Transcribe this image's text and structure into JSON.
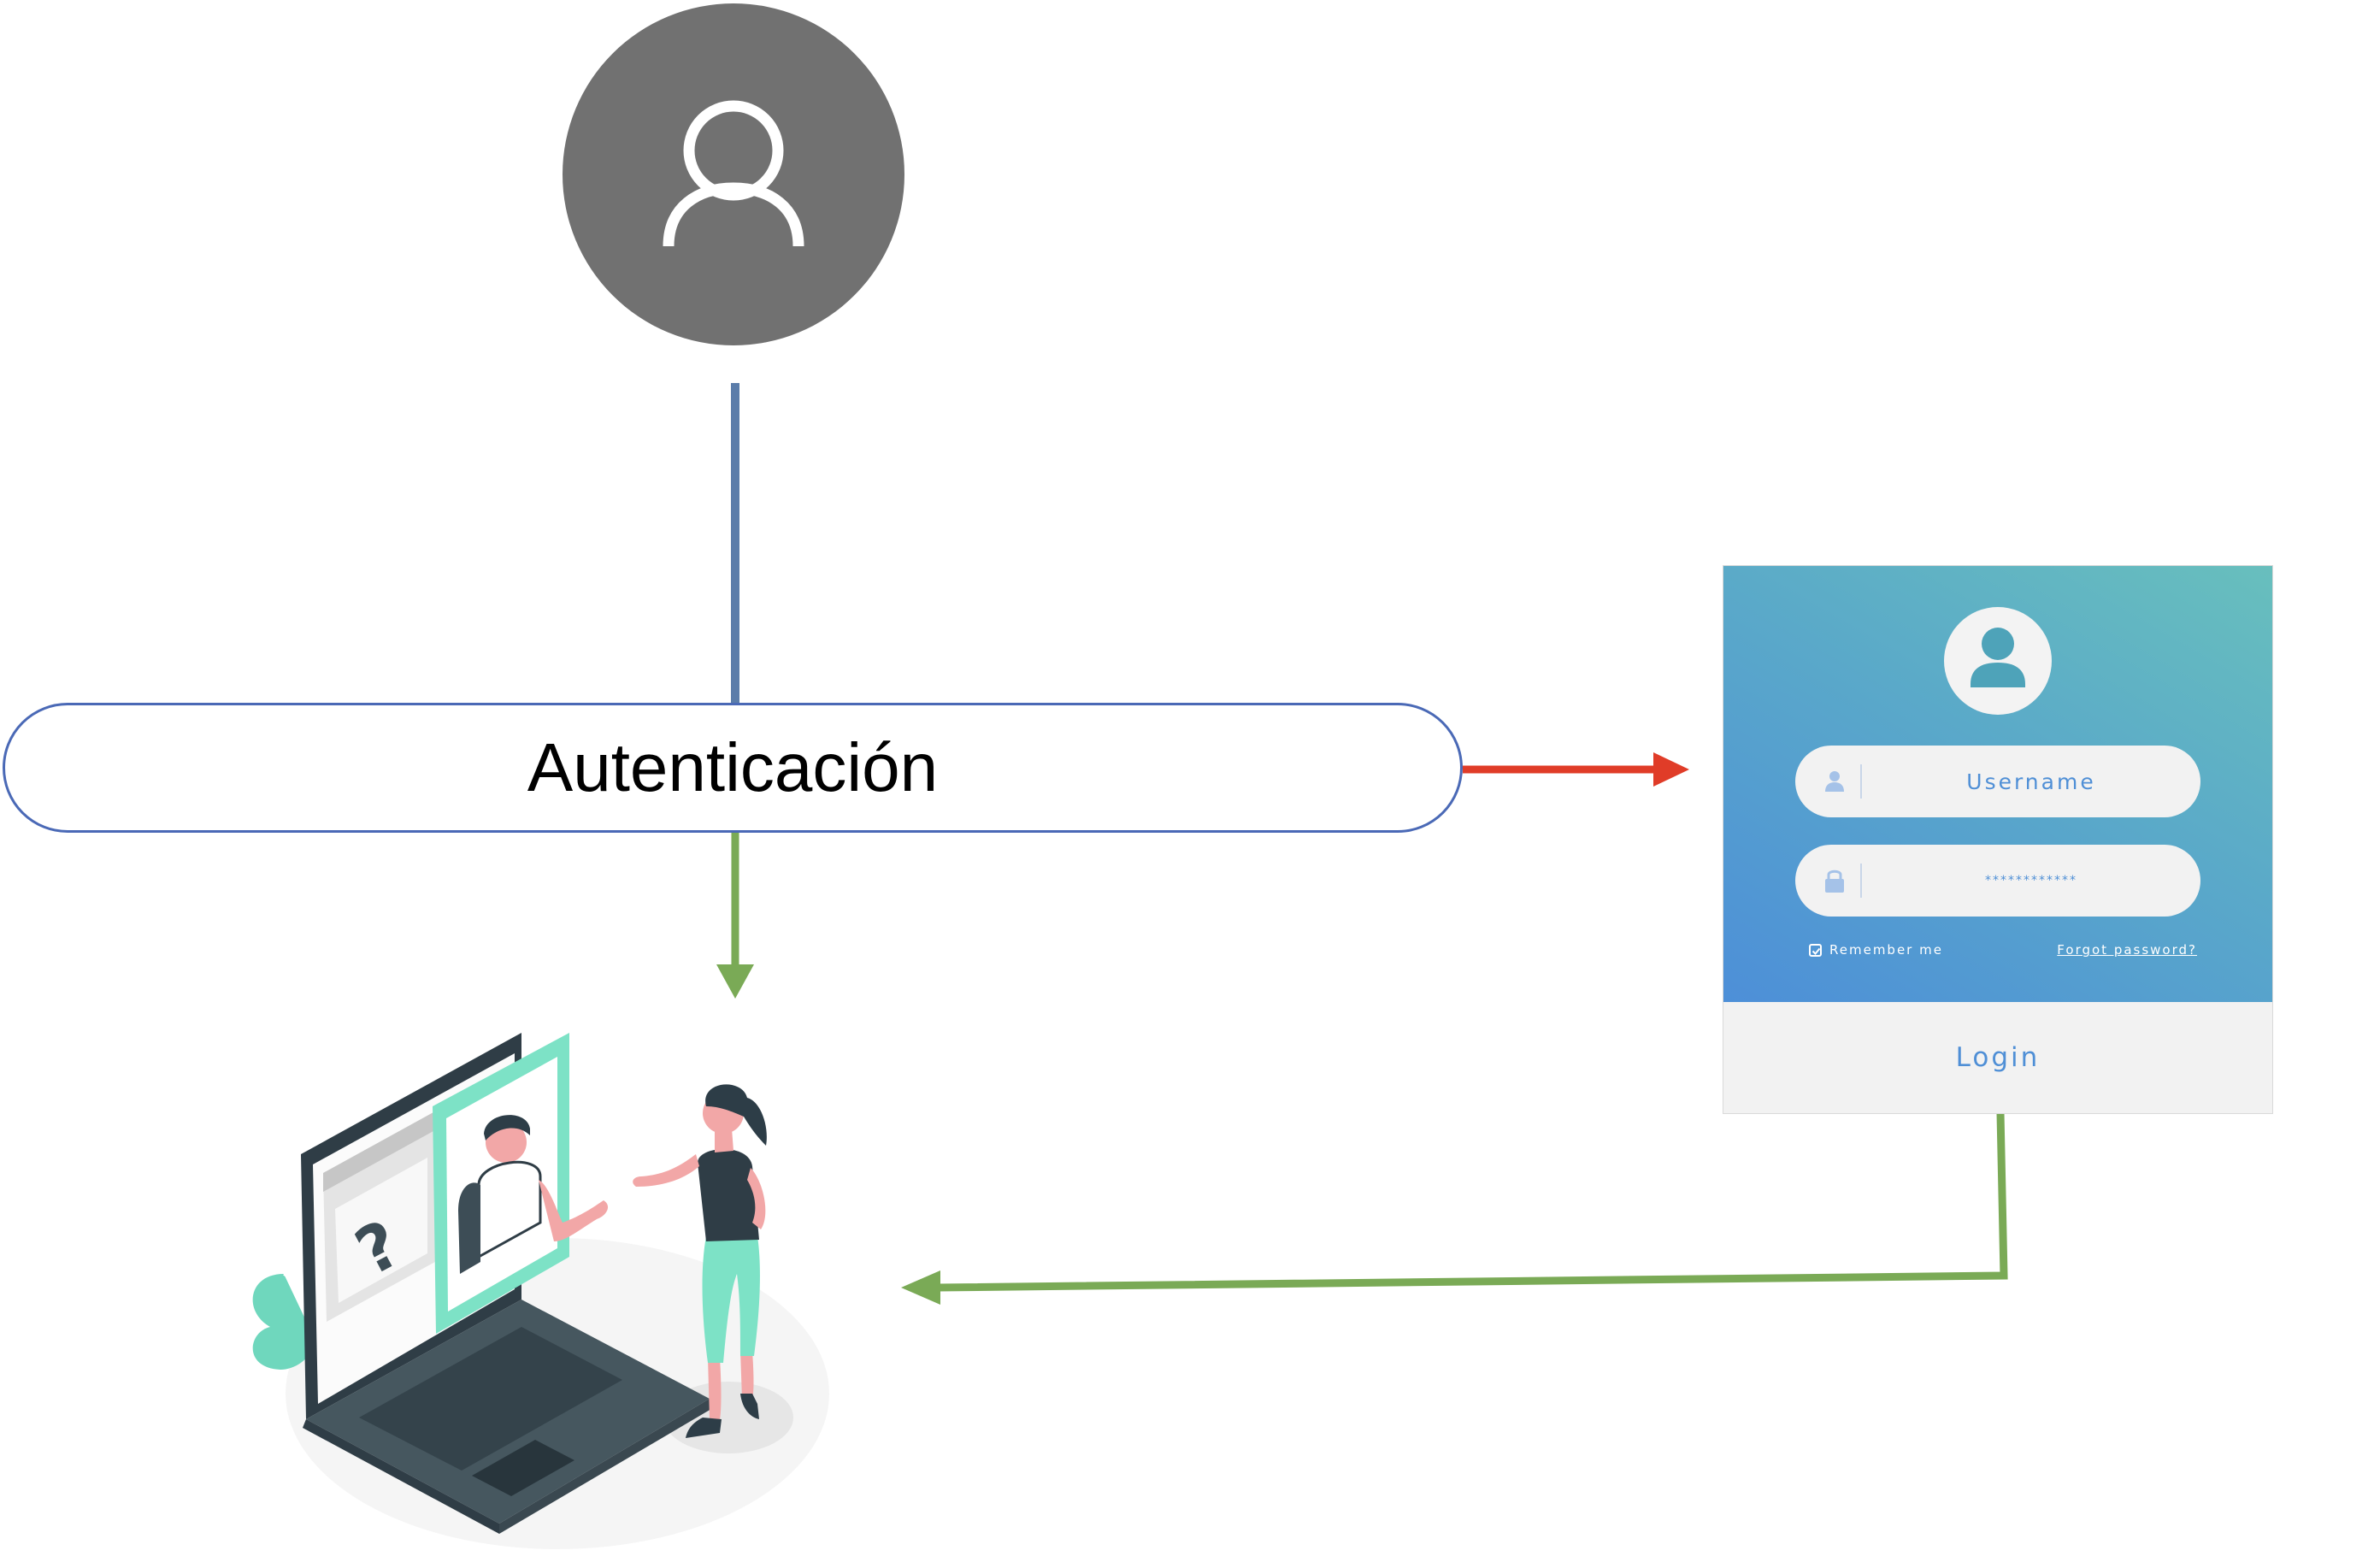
{
  "diagram": {
    "process": {
      "label": "Autenticación"
    },
    "login_form": {
      "username_placeholder": "Username",
      "password_value": "************",
      "remember_label": "Remember me",
      "forgot_label": "Forgot password?",
      "button_label": "Login"
    },
    "icons": {
      "actor": "user-icon",
      "login_avatar": "user-avatar-icon",
      "username_field": "user-icon",
      "password_field": "lock-icon",
      "remember": "checkbox-icon",
      "illustration": "support-video-call-illustration"
    },
    "colors": {
      "actor_fill": "#717171",
      "process_border": "#4a69b6",
      "actor_connector": "#5b7daa",
      "success_arrow": "#7aaa56",
      "login_arrow": "#e03c28",
      "login_gradient_start": "#68bfbd",
      "login_gradient_end": "#4d8fd8",
      "login_text": "#4f8fd6"
    }
  }
}
